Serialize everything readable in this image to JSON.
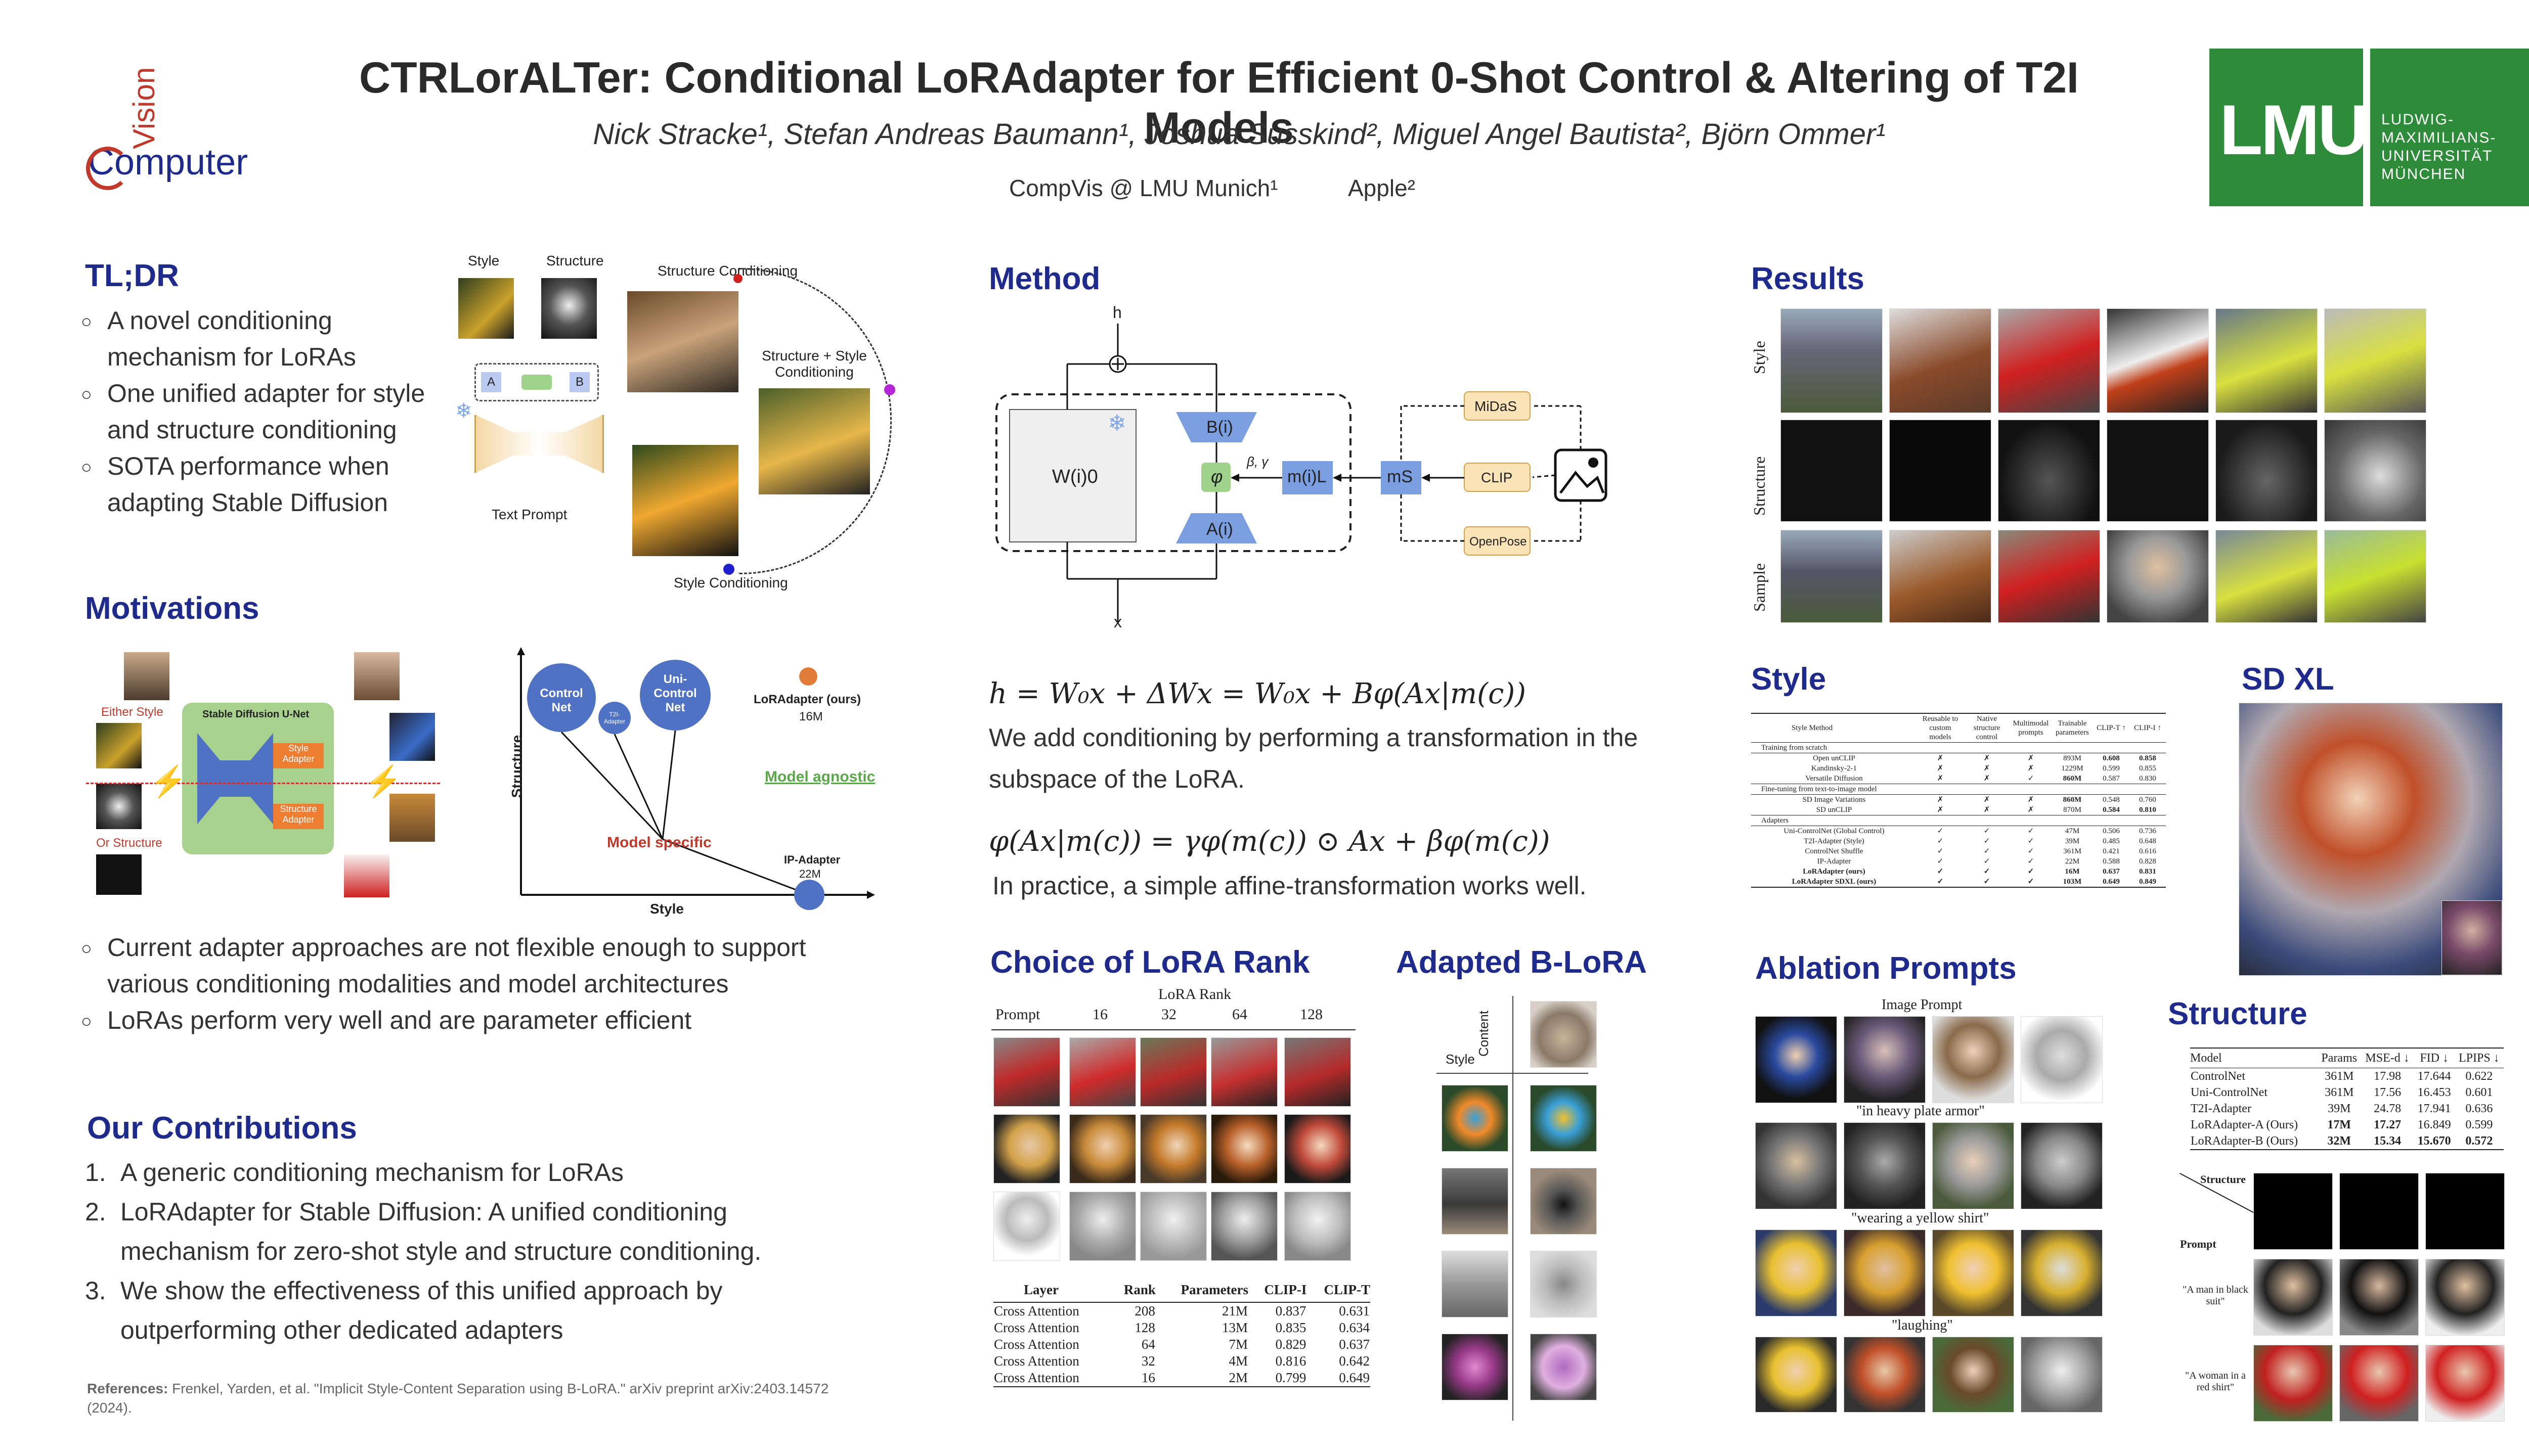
{
  "header": {
    "title": "CTRLorALTer: Conditional LoRAdapter for Efficient 0-Shot Control & Altering of T2I Models",
    "authors": "Nick Stracke¹, Stefan Andreas Baumann¹, Joshua Susskind², Miguel Angel Bautista², Björn Ommer¹",
    "affil1": "CompVis @ LMU Munich¹",
    "affil2": "Apple²",
    "logo_left_main": "Computer",
    "logo_left_vertical": "Vision",
    "logo_right_mark": "LMU",
    "logo_right_text": [
      "LUDWIG-",
      "MAXIMILIANS-",
      "UNIVERSITÄT",
      "MÜNCHEN"
    ]
  },
  "tldr": {
    "heading": "TL;DR",
    "items": [
      "A novel conditioning mechanism for LoRAs",
      "One unified adapter for style and structure conditioning",
      "SOTA performance when adapting Stable Diffusion"
    ],
    "fig": {
      "style": "Style",
      "structure": "Structure",
      "structure_cond": "Structure Conditioning",
      "struct_style_cond": "Structure + Style Conditioning",
      "text_prompt": "Text Prompt",
      "style_cond": "Style Conditioning",
      "a": "A",
      "b": "B"
    }
  },
  "motivations": {
    "heading": "Motivations",
    "fig": {
      "either_style": "Either Style",
      "or_structure": "Or Structure",
      "unet": "Stable Diffusion U-Net",
      "style_adapter": "Style Adapter",
      "structure_adapter": "Structure Adapter",
      "axis_y": "Structure",
      "axis_x": "Style",
      "control_net": "Control Net",
      "t2i": "T2I-Adapter",
      "uni_control": "Uni-Control Net",
      "loradapter": "LoRAdapter (ours)",
      "loradapter_size": "16M",
      "model_agnostic": "Model agnostic",
      "model_specific": "Model specific",
      "ip_adapter": "IP-Adapter",
      "ip_size": "22M"
    },
    "items": [
      "Current adapter approaches are not flexible enough to support various conditioning modalities and model architectures",
      "LoRAs perform very well and are parameter efficient"
    ]
  },
  "contributions": {
    "heading": "Our Contributions",
    "items": [
      "A generic conditioning mechanism for LoRAs",
      "LoRAdapter for Stable Diffusion: A unified conditioning mechanism for zero-shot style and structure conditioning.",
      "We show the effectiveness of this unified approach by outperforming other dedicated adapters"
    ]
  },
  "references": {
    "label": "References:",
    "text": "Frenkel, Yarden, et al. \"Implicit Style-Content Separation using B-LoRA.\" arXiv preprint arXiv:2403.14572 (2024)."
  },
  "method": {
    "heading": "Method",
    "h": "h",
    "x": "x",
    "w0": "W(i)0",
    "b": "B(i)",
    "a": "A(i)",
    "phi": "φ",
    "beta_gamma": "β, γ",
    "mL": "m(i)L",
    "ms": "mS",
    "midas": "MiDaS",
    "clip": "CLIP",
    "openpose": "OpenPose",
    "eq1": "h = W₀x + ΔWx = W₀x + Bφ(Ax|m(c))",
    "text1": "We add conditioning by performing a transformation in the subspace of the LoRA.",
    "eq2": "φ(Ax|m(c)) = γφ(m(c)) ⊙ Ax + βφ(m(c))",
    "text2": "In practice, a simple affine-transformation works well."
  },
  "rank": {
    "heading": "Choice of LoRA Rank",
    "lora_rank": "LoRA Rank",
    "cols": [
      "Prompt",
      "16",
      "32",
      "64",
      "128"
    ],
    "table_header": [
      "Layer",
      "Rank",
      "Parameters",
      "CLIP-I",
      "CLIP-T"
    ],
    "table_rows": [
      [
        "Cross Attention",
        "208",
        "21M",
        "0.837",
        "0.631"
      ],
      [
        "Cross Attention",
        "128",
        "13M",
        "0.835",
        "0.634"
      ],
      [
        "Cross Attention",
        "64",
        "7M",
        "0.829",
        "0.637"
      ],
      [
        "Cross Attention",
        "32",
        "4M",
        "0.816",
        "0.642"
      ],
      [
        "Cross Attention",
        "16",
        "2M",
        "0.799",
        "0.649"
      ]
    ]
  },
  "blora": {
    "heading": "Adapted B-LoRA",
    "content": "Content",
    "style": "Style"
  },
  "results": {
    "heading": "Results",
    "rows": [
      "Style",
      "Structure",
      "Sample"
    ]
  },
  "style_table": {
    "heading": "Style",
    "header": [
      "Style Method",
      "Reusable to custom models",
      "Native structure control",
      "Multimodal prompts",
      "Trainable parameters",
      "CLIP-T ↑",
      "CLIP-I ↑"
    ],
    "groups": [
      {
        "label": "Training from scratch",
        "rows": [
          [
            "Open unCLIP",
            "✗",
            "✗",
            "✗",
            "893M",
            "0.608",
            "0.858"
          ],
          [
            "Kandinsky-2-1",
            "✗",
            "✗",
            "✗",
            "1229M",
            "0.599",
            "0.855"
          ],
          [
            "Versatile Diffusion",
            "✗",
            "✗",
            "✓",
            "860M",
            "0.587",
            "0.830"
          ]
        ]
      },
      {
        "label": "Fine-tuning from text-to-image model",
        "rows": [
          [
            "SD Image Variations",
            "✗",
            "✗",
            "✗",
            "860M",
            "0.548",
            "0.760"
          ],
          [
            "SD unCLIP",
            "✗",
            "✗",
            "✗",
            "870M",
            "0.584",
            "0.810"
          ]
        ]
      },
      {
        "label": "Adapters",
        "rows": [
          [
            "Uni-ControlNet (Global Control)",
            "✓",
            "✓",
            "✓",
            "47M",
            "0.506",
            "0.736"
          ],
          [
            "T2I-Adapter (Style)",
            "✓",
            "✓",
            "✓",
            "39M",
            "0.485",
            "0.648"
          ],
          [
            "ControlNet Shuffle",
            "✓",
            "✓",
            "✓",
            "361M",
            "0.421",
            "0.616"
          ],
          [
            "IP-Adapter",
            "✓",
            "✓",
            "✓",
            "22M",
            "0.588",
            "0.828"
          ],
          [
            "LoRAdapter (ours)",
            "✓",
            "✓",
            "✓",
            "16M",
            "0.637",
            "0.831"
          ],
          [
            "LoRAdapter SDXL (ours)",
            "✓",
            "✓",
            "✓",
            "103M",
            "0.649",
            "0.849"
          ]
        ]
      }
    ]
  },
  "sdxl": {
    "heading": "SD XL"
  },
  "ablation": {
    "heading": "Ablation Prompts",
    "labels": [
      "Image Prompt",
      "\"in heavy plate armor\"",
      "\"wearing a yellow shirt\"",
      "\"laughing\""
    ]
  },
  "structure": {
    "heading": "Structure",
    "header": [
      "Model",
      "Params",
      "MSE-d ↓",
      "FID ↓",
      "LPIPS ↓"
    ],
    "rows": [
      [
        "ControlNet",
        "361M",
        "17.98",
        "17.644",
        "0.622"
      ],
      [
        "Uni-ControlNet",
        "361M",
        "17.56",
        "16.453",
        "0.601"
      ],
      [
        "T2I-Adapter",
        "39M",
        "24.78",
        "17.941",
        "0.636"
      ],
      [
        "LoRAdapter-A (Ours)",
        "17M",
        "17.27",
        "16.849",
        "0.599"
      ],
      [
        "LoRAdapter-B (Ours)",
        "32M",
        "15.34",
        "15.670",
        "0.572"
      ]
    ],
    "fig_structure": "Structure",
    "fig_prompt": "Prompt",
    "prompt1": "\"A man in black suit\"",
    "prompt2": "\"A woman in a red shirt\""
  }
}
